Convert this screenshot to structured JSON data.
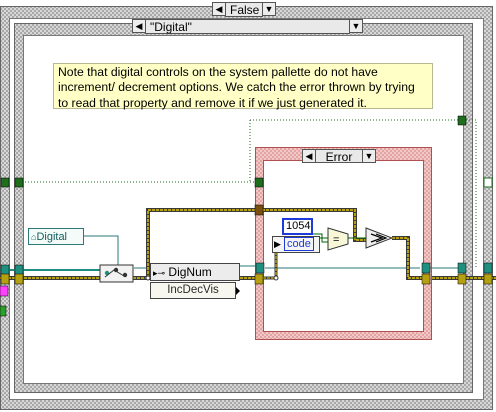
{
  "outer_case": {
    "selector": "False"
  },
  "inner_case": {
    "selector": "\"Digital\""
  },
  "note": "Note that digital controls on the system pallette do not have increment/ decrement options. We catch the error thrown by trying to read that property and remove it if we just generated it.",
  "digital_ref": {
    "label": "Digital"
  },
  "property_node": {
    "class": "DigNum",
    "property": "IncDecVis"
  },
  "error_case": {
    "selector": "Error"
  },
  "error_code_constant": "1054",
  "unbundle": {
    "field": "code"
  },
  "colors": {
    "frame_gray": "#9a9a9a",
    "frame_light": "#cfcfcf",
    "error_frame": "#d07070",
    "error_wire": "#b4a010",
    "bool_wire": "#006400",
    "ref_wire": "#2a7a7a",
    "tunnel_teal": "#1f8f7f",
    "tunnel_green": "#1e6e1e",
    "constant_blue": "#1e3ad8",
    "note_bg": "#ffffc6"
  }
}
